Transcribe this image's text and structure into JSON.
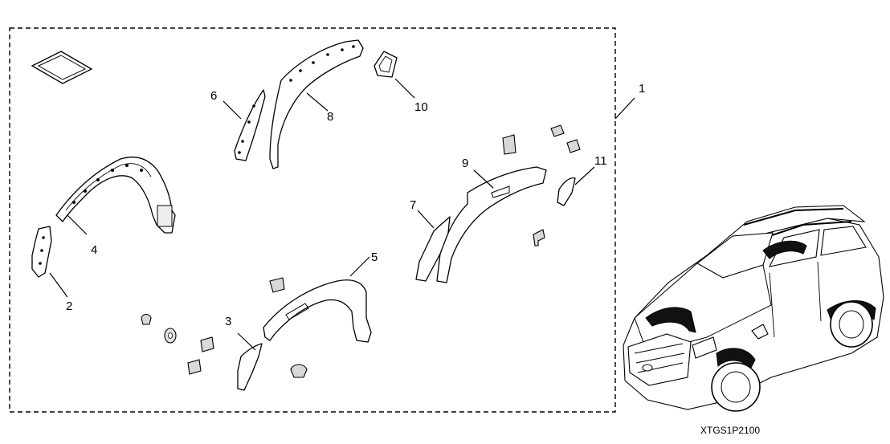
{
  "callouts": {
    "c1": "1",
    "c2": "2",
    "c3": "3",
    "c4": "4",
    "c5": "5",
    "c6": "6",
    "c7": "7",
    "c8": "8",
    "c9": "9",
    "c10": "10",
    "c11": "11"
  },
  "diagram_code": "XTGS1P2100"
}
